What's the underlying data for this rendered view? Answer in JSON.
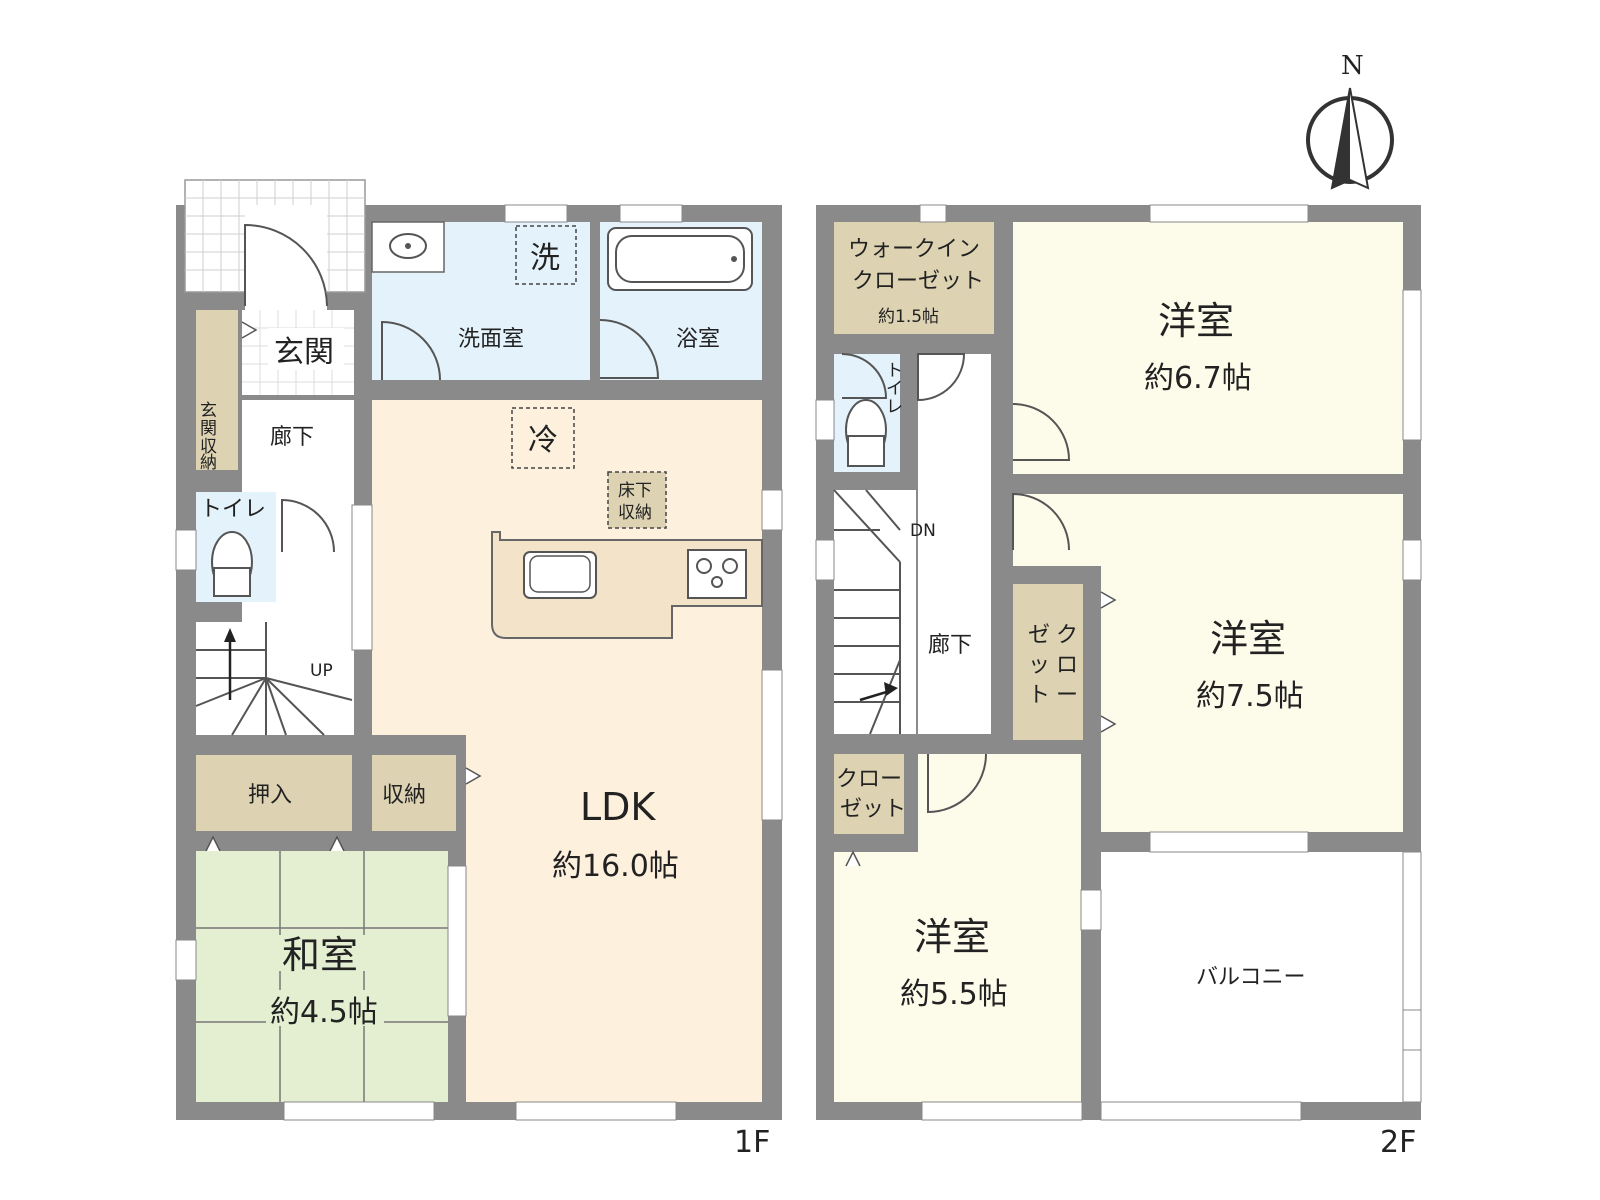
{
  "compass": {
    "north_label": "N"
  },
  "floor1": {
    "floor_label": "1F",
    "entrance": "玄関",
    "entrance_storage": [
      "玄",
      "関",
      "収",
      "納"
    ],
    "hallway": "廊下",
    "toilet": "トイレ",
    "stairs_label": "UP",
    "washroom": "洗面室",
    "washer": "洗",
    "bath": "浴室",
    "fridge": "冷",
    "underfloor_storage": [
      "床下",
      "収納"
    ],
    "ldk_name": "LDK",
    "ldk_size": "約16.0帖",
    "storage": "収納",
    "closet": "押入",
    "japanese_room_name": "和室",
    "japanese_room_size": "約4.5帖"
  },
  "floor2": {
    "floor_label": "2F",
    "walkin_closet": [
      "ウォークイン",
      "クローゼット"
    ],
    "walkin_closet_size": "約1.5帖",
    "toilet": [
      "ト",
      "イ",
      "レ"
    ],
    "stairs_label": "DN",
    "hallway": "廊下",
    "bedroom1_name": "洋室",
    "bedroom1_size": "約6.7帖",
    "bedroom2_name": "洋室",
    "bedroom2_size": "約7.5帖",
    "bedroom3_name": "洋室",
    "bedroom3_size": "約5.5帖",
    "closet_vertical": [
      "ク",
      "ロ",
      "ー",
      "ゼ",
      "ッ",
      "ト"
    ],
    "closet_small": [
      "クロー",
      "ゼット"
    ],
    "balcony": "バルコニー"
  },
  "colors": {
    "wall": "#8a8a8a",
    "ldk": "#fdf0dd",
    "wet": "#e4f2fb",
    "storage": "#ddd3b3",
    "tatami": "#e3efd0",
    "bedroom": "#fdfbea",
    "white": "#ffffff"
  }
}
